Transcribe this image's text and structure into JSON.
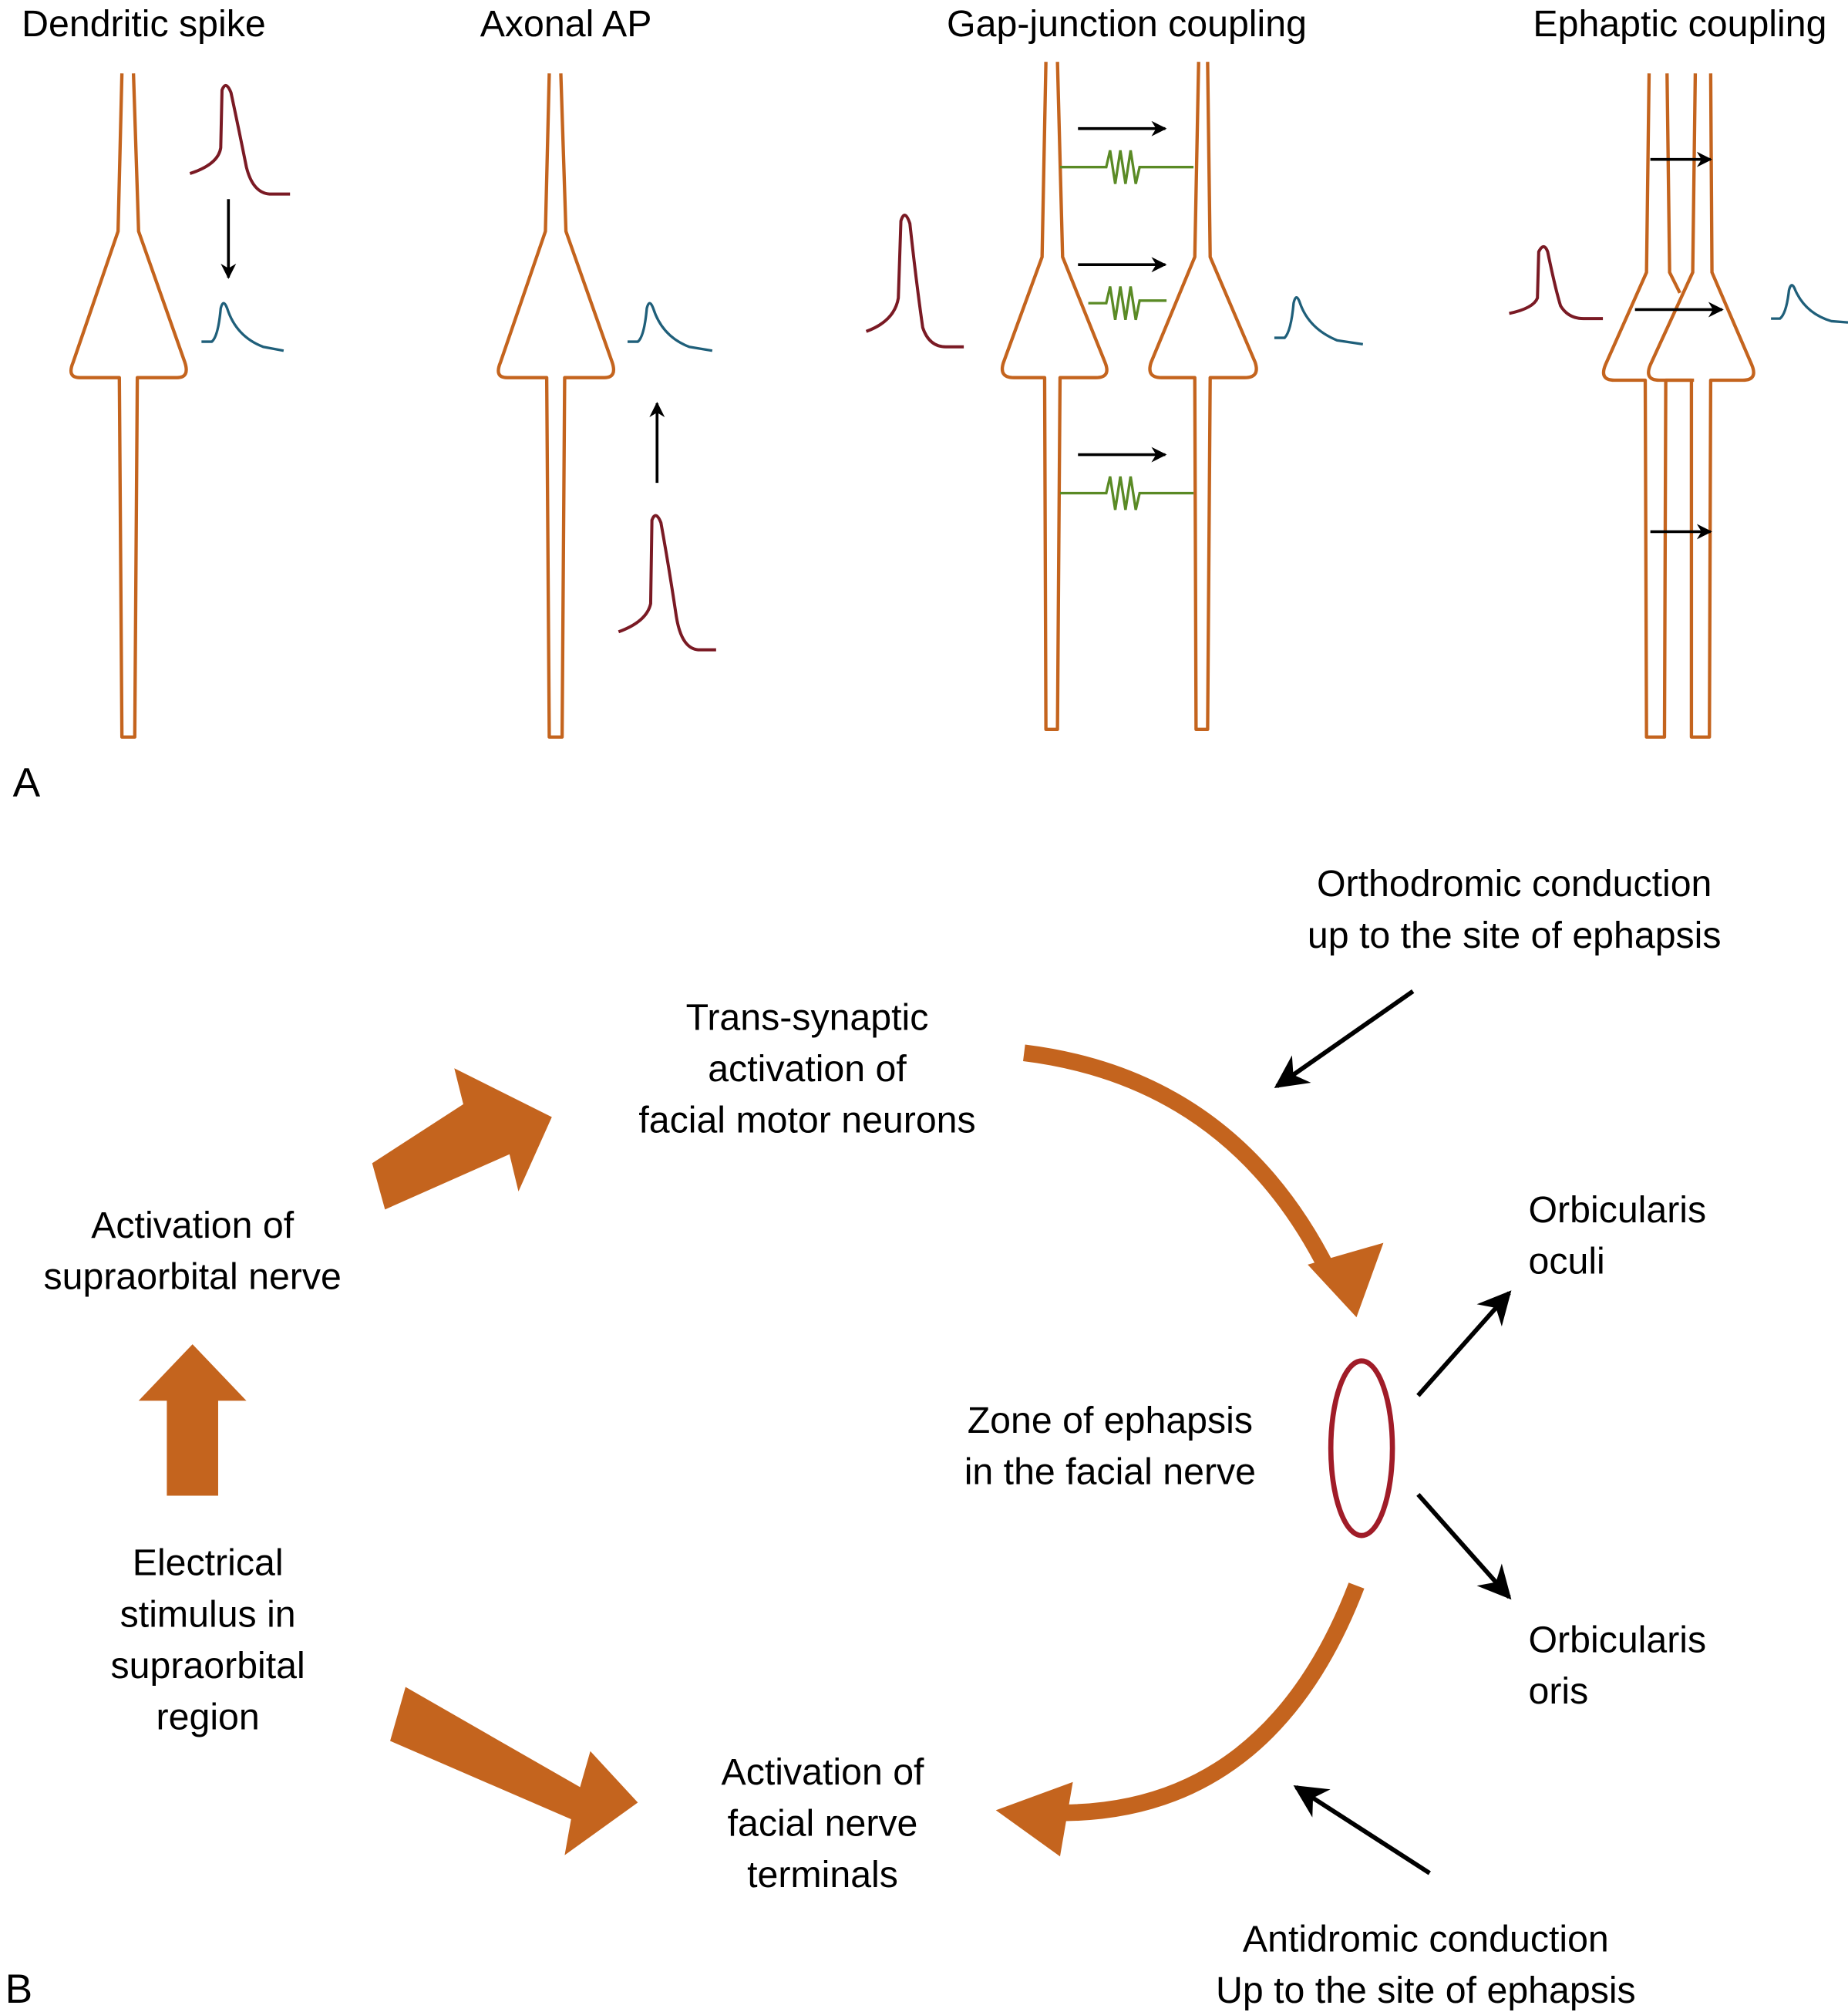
{
  "panel_a": {
    "label": "A",
    "titles": [
      "Dendritic spike",
      "Axonal AP",
      "Gap-junction coupling",
      "Ephaptic coupling"
    ]
  },
  "panel_b": {
    "label": "B",
    "nodes": {
      "trans_synaptic": [
        "Trans-synaptic",
        "activation of",
        "facial motor neurons"
      ],
      "supraorbital_activation": [
        "Activation of",
        "supraorbital nerve"
      ],
      "electrical_stimulus": [
        "Electrical",
        "stimulus in",
        "supraorbital",
        "region"
      ],
      "facial_terminals": [
        "Activation of",
        "facial nerve",
        "terminals"
      ],
      "zone_ephapsis": [
        "Zone of ephapsis",
        "in the facial nerve"
      ],
      "orthodromic": [
        "Orthodromic conduction",
        "up to the site of ephapsis"
      ],
      "antidromic": [
        "Antidromic conduction",
        "Up to the site of ephapsis"
      ],
      "orbicularis_oculi": [
        "Orbicularis",
        "oculi"
      ],
      "orbicularis_oris": [
        "Orbicularis",
        "oris"
      ]
    }
  },
  "colors": {
    "neuron": "#c4641e",
    "presynaptic_spike": "#7a1a24",
    "postsynaptic_potential": "#1f5f7a",
    "gap_junction": "#5a8a25",
    "ephapsis_zone": "#a01c28",
    "flow_arrow": "#c4641e"
  }
}
